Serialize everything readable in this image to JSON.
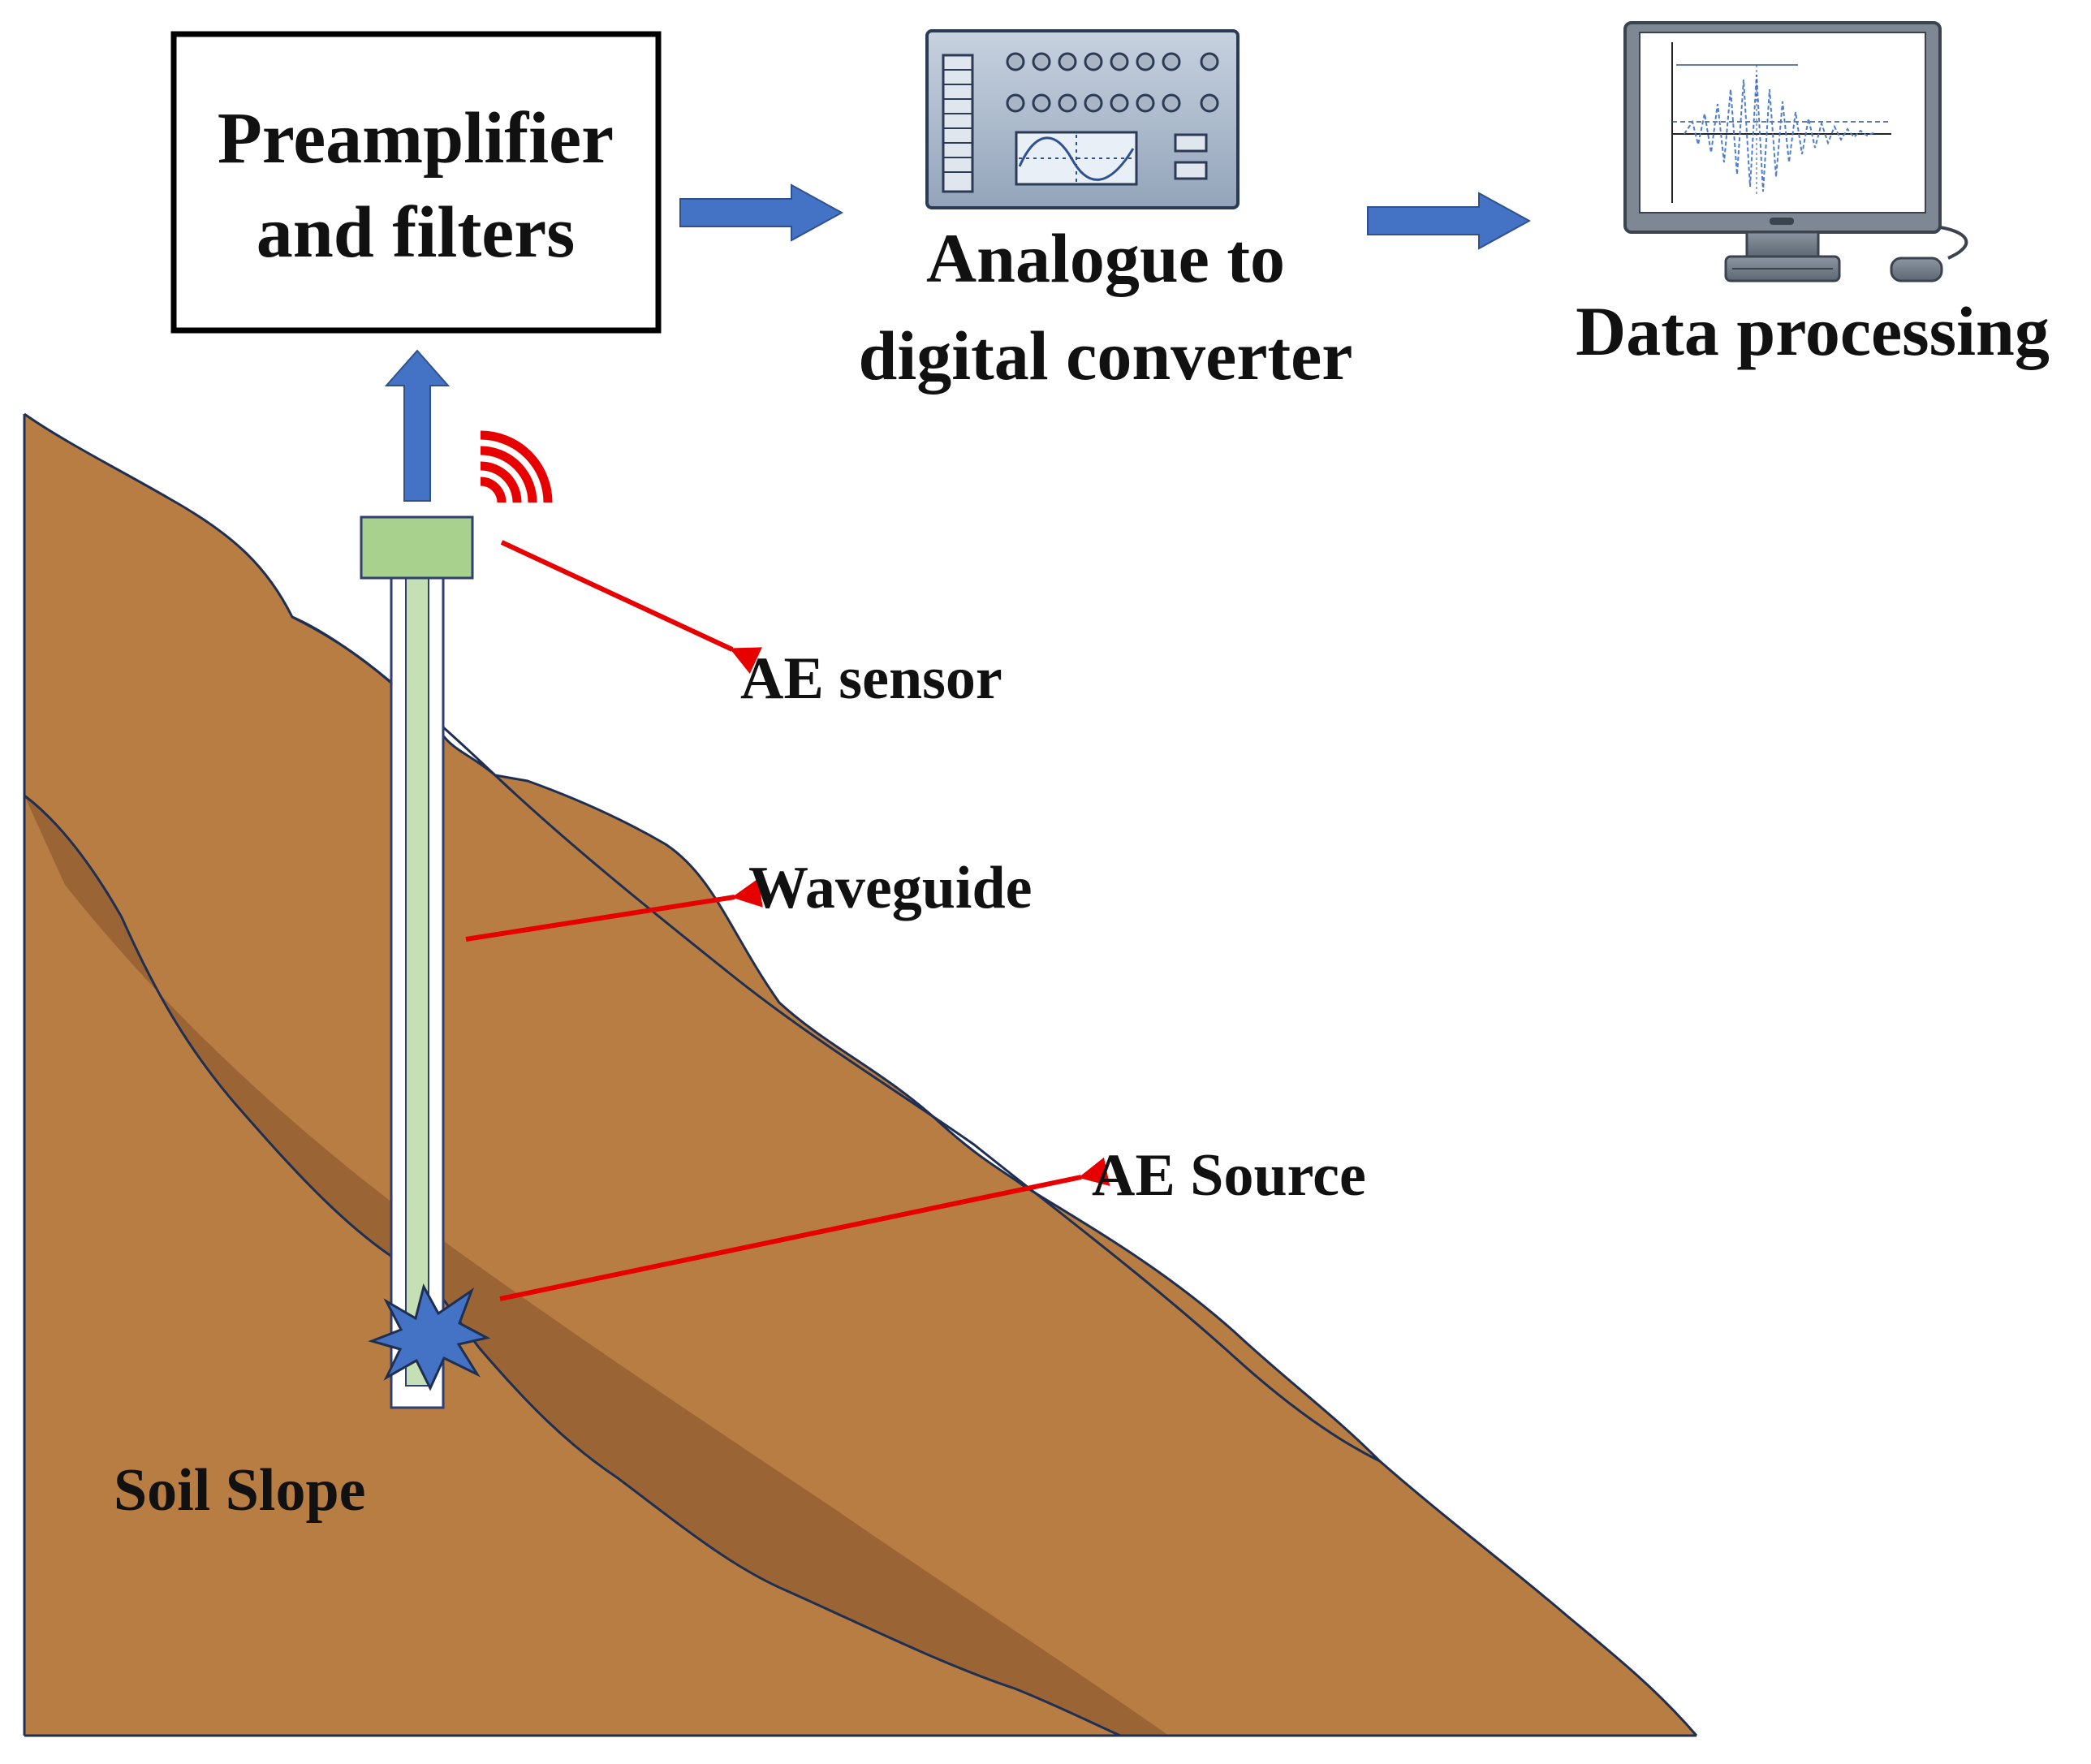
{
  "labels": {
    "preamp_line1": "Preamplifier",
    "preamp_line2": "and filters",
    "adc_line1": "Analogue to",
    "adc_line2": "digital converter",
    "data_processing": "Data processing",
    "ae_sensor": "AE sensor",
    "waveguide": "Waveguide",
    "ae_source": "AE Source",
    "soil_slope": "Soil Slope"
  },
  "icons": {
    "adc": "analogue-to-digital-converter-icon",
    "monitor": "computer-monitor-icon",
    "mouse": "mouse-icon",
    "sensor_signal": "wireless-signal-icon",
    "source_burst": "burst-icon"
  },
  "colors": {
    "soil": "#b87d43",
    "soil_dark": "#9b6434",
    "slope_line": "#1f2f52",
    "flow_arrow": "#4472c4",
    "pointer_arrow": "#e60000",
    "sensor": "#a9d18e",
    "waveguide": "#c5e0b4",
    "burst": "#4472c4"
  }
}
